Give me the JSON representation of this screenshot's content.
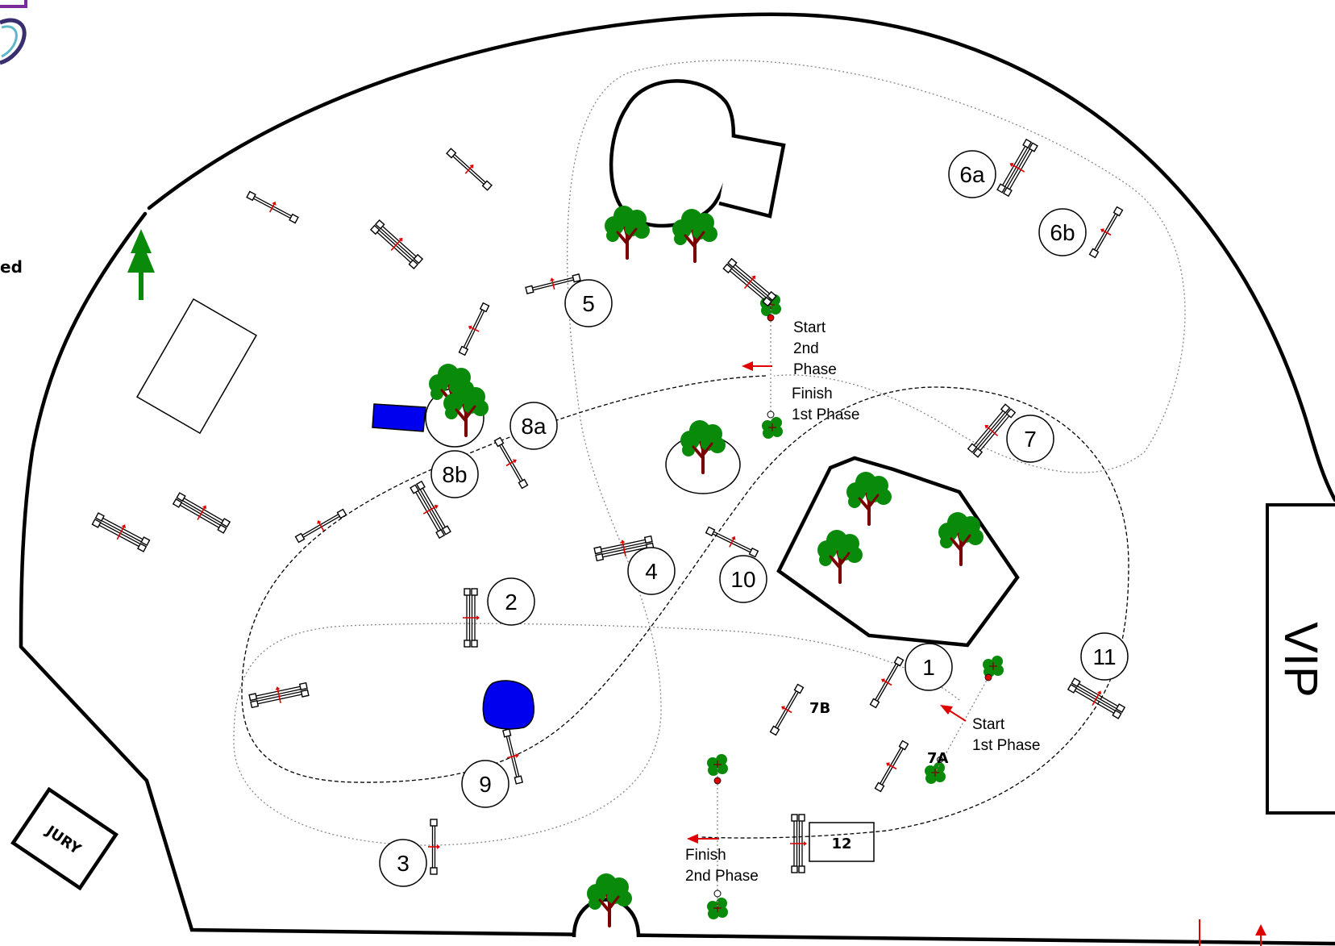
{
  "course": {
    "obstacle_numbers": [
      "1",
      "2",
      "3",
      "4",
      "5",
      "6a",
      "6b",
      "7",
      "8a",
      "8b",
      "9",
      "10",
      "11"
    ],
    "small_labels": [
      "7A",
      "7B",
      "12"
    ],
    "start_1st_phase": [
      "Start",
      "1st Phase"
    ],
    "finish_1st_phase": [
      "Finish",
      "1st Phase"
    ],
    "start_2nd_phase": [
      "Start",
      "2nd",
      "Phase"
    ],
    "finish_2nd_phase": [
      "Finish",
      "2nd Phase"
    ],
    "vip_label": "VIP",
    "jury_label": "JURY",
    "cut_edge_text": "ed"
  },
  "colors": {
    "ink": "#000000",
    "jump_direction": "#e00000",
    "water": "#0000ee",
    "tree_foliage": "#0a8a0a",
    "tree_trunk": "#7a0000"
  }
}
